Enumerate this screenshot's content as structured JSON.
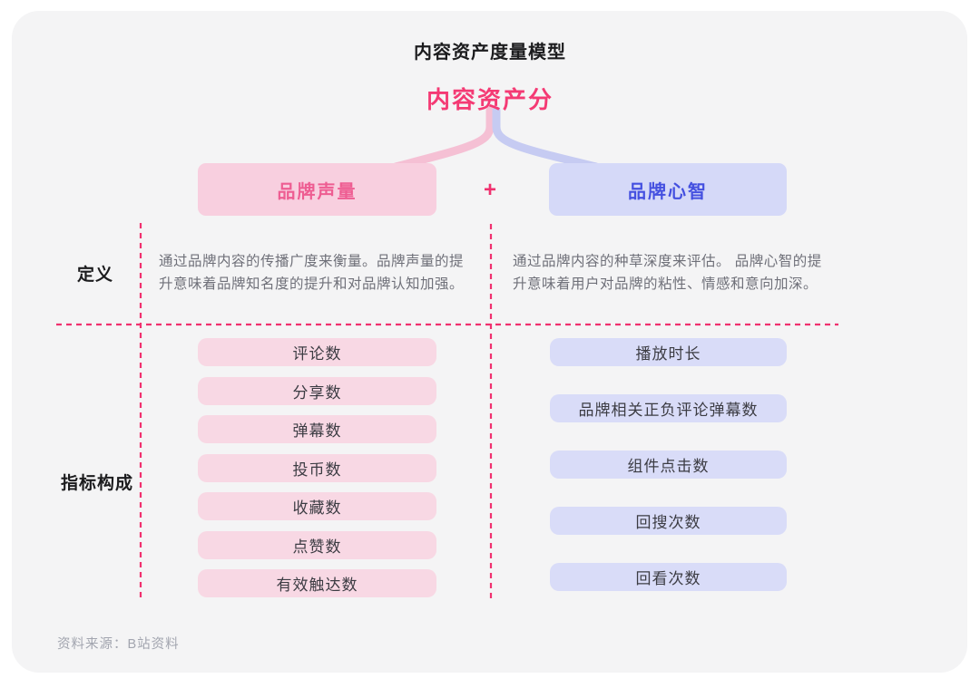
{
  "page": {
    "title": "内容资产度量模型",
    "model_name": "内容资产分",
    "plus": "+",
    "source": "资料来源：B站资料"
  },
  "row_labels": {
    "definition": "定义",
    "metrics": "指标构成"
  },
  "branches": [
    {
      "name": "品牌声量",
      "definition": "通过品牌内容的传播广度来衡量。品牌声量的提升意味着品牌知名度的提升和对品牌认知加强。",
      "metrics": [
        "评论数",
        "分享数",
        "弹幕数",
        "投币数",
        "收藏数",
        "点赞数",
        "有效触达数"
      ]
    },
    {
      "name": "品牌心智",
      "definition": "通过品牌内容的种草深度来评估。 品牌心智的提升意味着用户对品牌的粘性、情感和意向加深。",
      "metrics": [
        "播放时长",
        "品牌相关正负评论弹幕数",
        "组件点击数",
        "回搜次数",
        "回看次数"
      ]
    }
  ],
  "colors": {
    "accent-pink": "#f0316f",
    "subtitle-pink": "#f43a74",
    "card-bg": "#f4f4f5",
    "page-bg": "#ffffff",
    "pink-branch-bg": "#f8cfdf",
    "pink-branch-text": "#ee5d92",
    "blue-branch-bg": "#d5d9f8",
    "blue-branch-text": "#4450e0",
    "pink-metric-bg": "#f8d8e4",
    "blue-metric-bg": "#d9dcf8",
    "metric-text": "#3c3c43",
    "definition-text": "#6f7079",
    "heading-text": "#1c1c1e",
    "source-text": "#a2a5af",
    "connector-pink": "#f5c0d4",
    "connector-blue": "#c6cbf2"
  }
}
